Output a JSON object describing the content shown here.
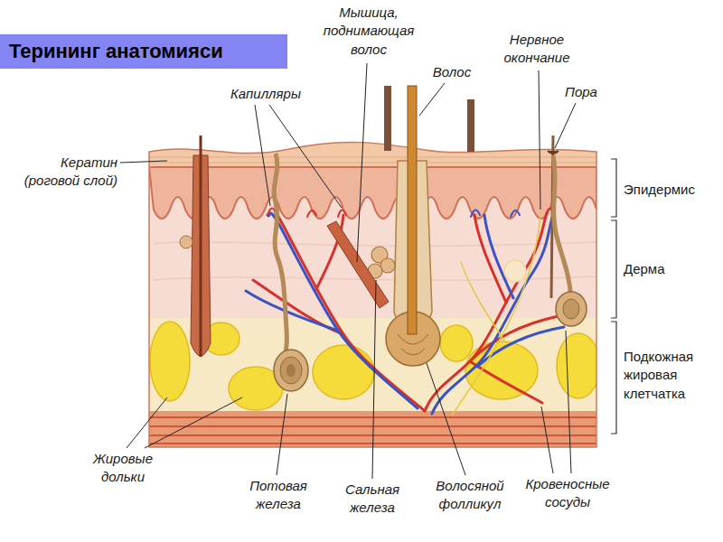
{
  "diagram": {
    "title": "Терининг анатомияси",
    "labels": [
      "Мышица, поднимающая волос",
      "Нервное окончание",
      "Капилляры",
      "Волос",
      "Пора",
      "Кератин (роговой слой)",
      "Эпидермис",
      "Дерма",
      "Подкожная жировая клетчатка",
      "Жировые дольки",
      "Потовая железа",
      "Сальная железа",
      "Волосяной фолликул",
      "Кровеносные сосуды"
    ]
  }
}
